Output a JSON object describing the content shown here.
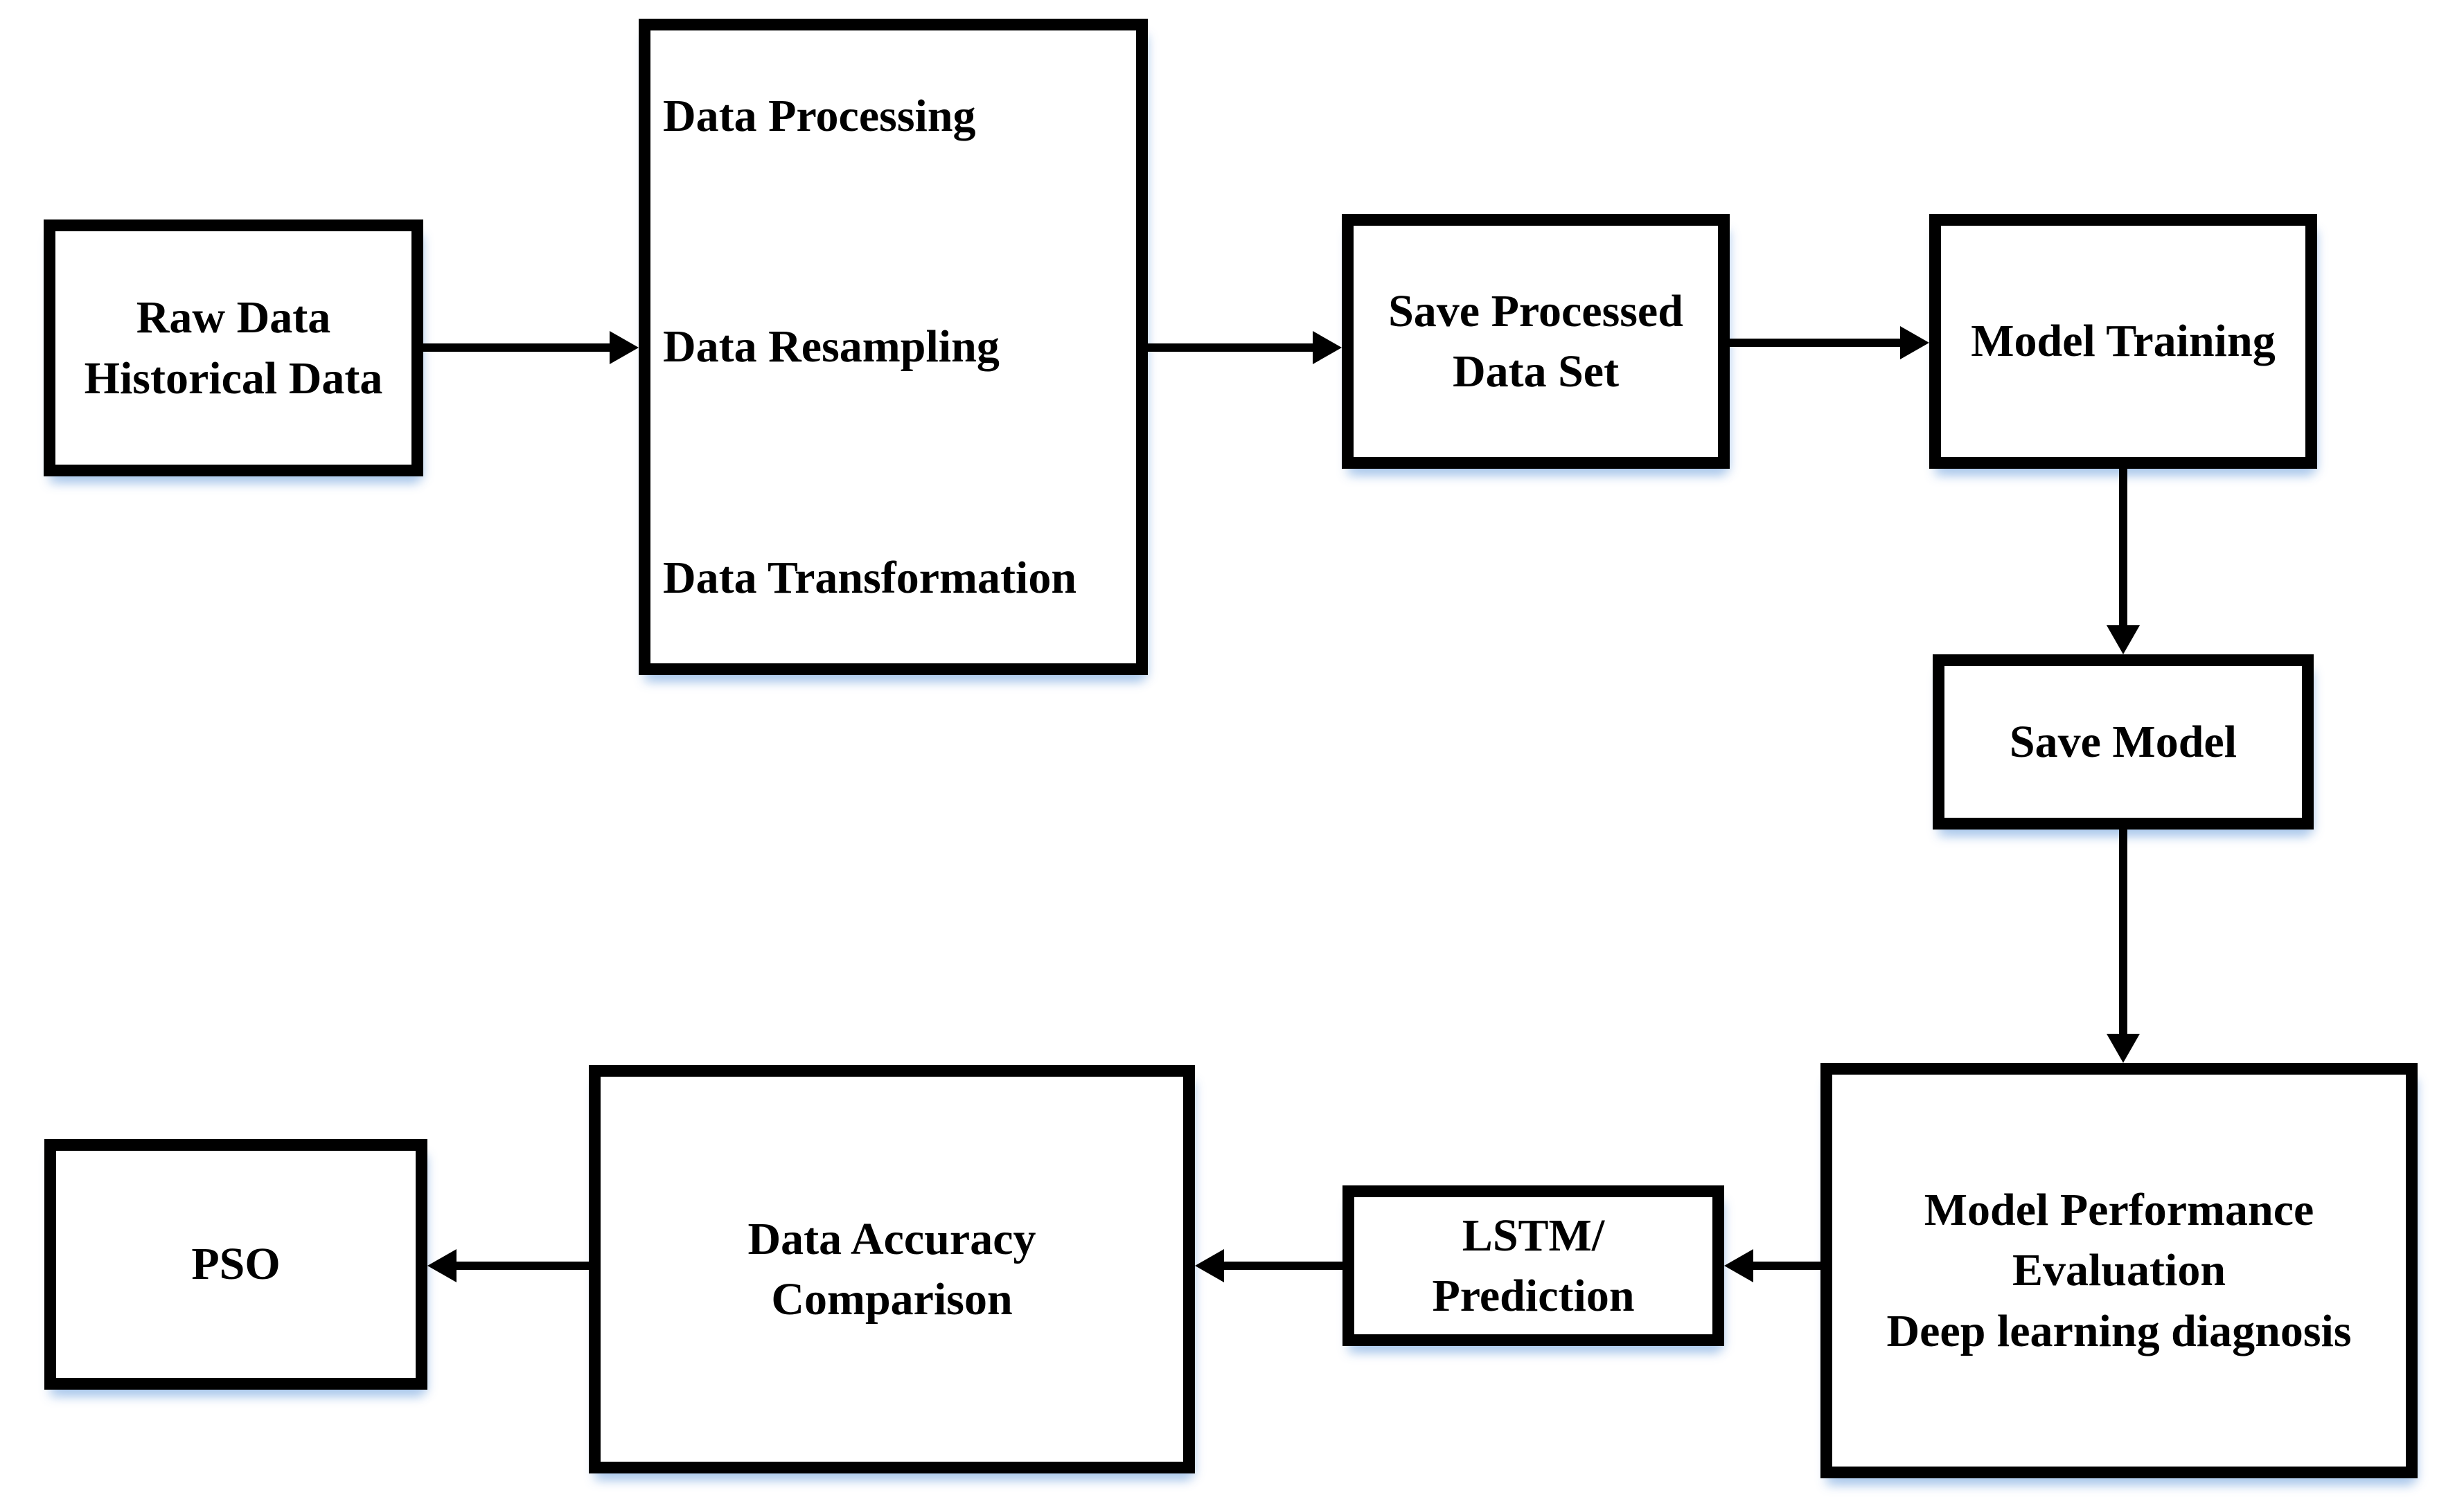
{
  "diagram": {
    "type": "flowchart",
    "colors": {
      "line": "#000000",
      "background": "#ffffff",
      "text": "#000000",
      "box_shadow": "#aac8eb"
    },
    "nodes": {
      "raw_data": {
        "lines": [
          "Raw Data",
          "Historical Data"
        ]
      },
      "data_processing": {
        "lines": [
          "Data Processing",
          "Data Resampling",
          "Data Transformation"
        ]
      },
      "save_processed": {
        "lines": [
          "Save Processed",
          "Data Set"
        ]
      },
      "model_training": {
        "lines": [
          "Model Training"
        ]
      },
      "save_model": {
        "lines": [
          "Save Model"
        ]
      },
      "model_performance": {
        "lines": [
          "Model Performance",
          "Evaluation",
          "Deep learning diagnosis"
        ]
      },
      "lstm_prediction": {
        "lines": [
          "LSTM/",
          "Prediction"
        ]
      },
      "data_accuracy": {
        "lines": [
          "Data Accuracy",
          "Comparison"
        ]
      },
      "pso": {
        "lines": [
          "PSO"
        ]
      }
    },
    "edges": [
      {
        "from": "raw_data",
        "to": "data_processing",
        "direction": "right"
      },
      {
        "from": "data_processing",
        "to": "save_processed",
        "direction": "right"
      },
      {
        "from": "save_processed",
        "to": "model_training",
        "direction": "right"
      },
      {
        "from": "model_training",
        "to": "save_model",
        "direction": "down"
      },
      {
        "from": "save_model",
        "to": "model_performance",
        "direction": "down"
      },
      {
        "from": "model_performance",
        "to": "lstm_prediction",
        "direction": "left"
      },
      {
        "from": "lstm_prediction",
        "to": "data_accuracy",
        "direction": "left"
      },
      {
        "from": "data_accuracy",
        "to": "pso",
        "direction": "left"
      }
    ]
  }
}
